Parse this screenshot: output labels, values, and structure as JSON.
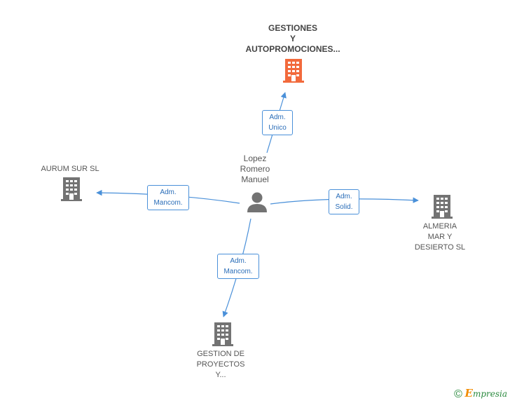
{
  "nodes": {
    "center": {
      "name": "Lopez Romero Manuel",
      "lines": [
        "Lopez",
        "Romero",
        "Manuel"
      ],
      "icon": "person-icon"
    },
    "gestiones": {
      "lines": [
        "GESTIONES",
        "Y",
        "AUTOPROMOCIONES..."
      ],
      "icon": "building-icon",
      "color": "#f26a3c"
    },
    "aurum": {
      "lines": [
        "AURUM SUR SL"
      ],
      "icon": "building-icon",
      "color": "#737373"
    },
    "almeria": {
      "lines": [
        "ALMERIA",
        "MAR Y",
        "DESIERTO SL"
      ],
      "icon": "building-icon",
      "color": "#737373"
    },
    "proyectos": {
      "lines": [
        "GESTION DE",
        "PROYECTOS",
        "Y..."
      ],
      "icon": "building-icon",
      "color": "#737373"
    }
  },
  "edges": [
    {
      "to": "gestiones",
      "role": [
        "Adm.",
        "Unico"
      ]
    },
    {
      "to": "aurum",
      "role": [
        "Adm.",
        "Mancom."
      ]
    },
    {
      "to": "almeria",
      "role": [
        "Adm.",
        "Solid."
      ]
    },
    {
      "to": "proyectos",
      "role": [
        "Adm.",
        "Mancom."
      ]
    }
  ],
  "colors": {
    "edge": "#4a90d9",
    "main_building": "#f26a3c",
    "building": "#737373",
    "person": "#737373"
  },
  "footer": {
    "copyright": "©",
    "brand_initial": "E",
    "brand_rest": "mpresia"
  }
}
